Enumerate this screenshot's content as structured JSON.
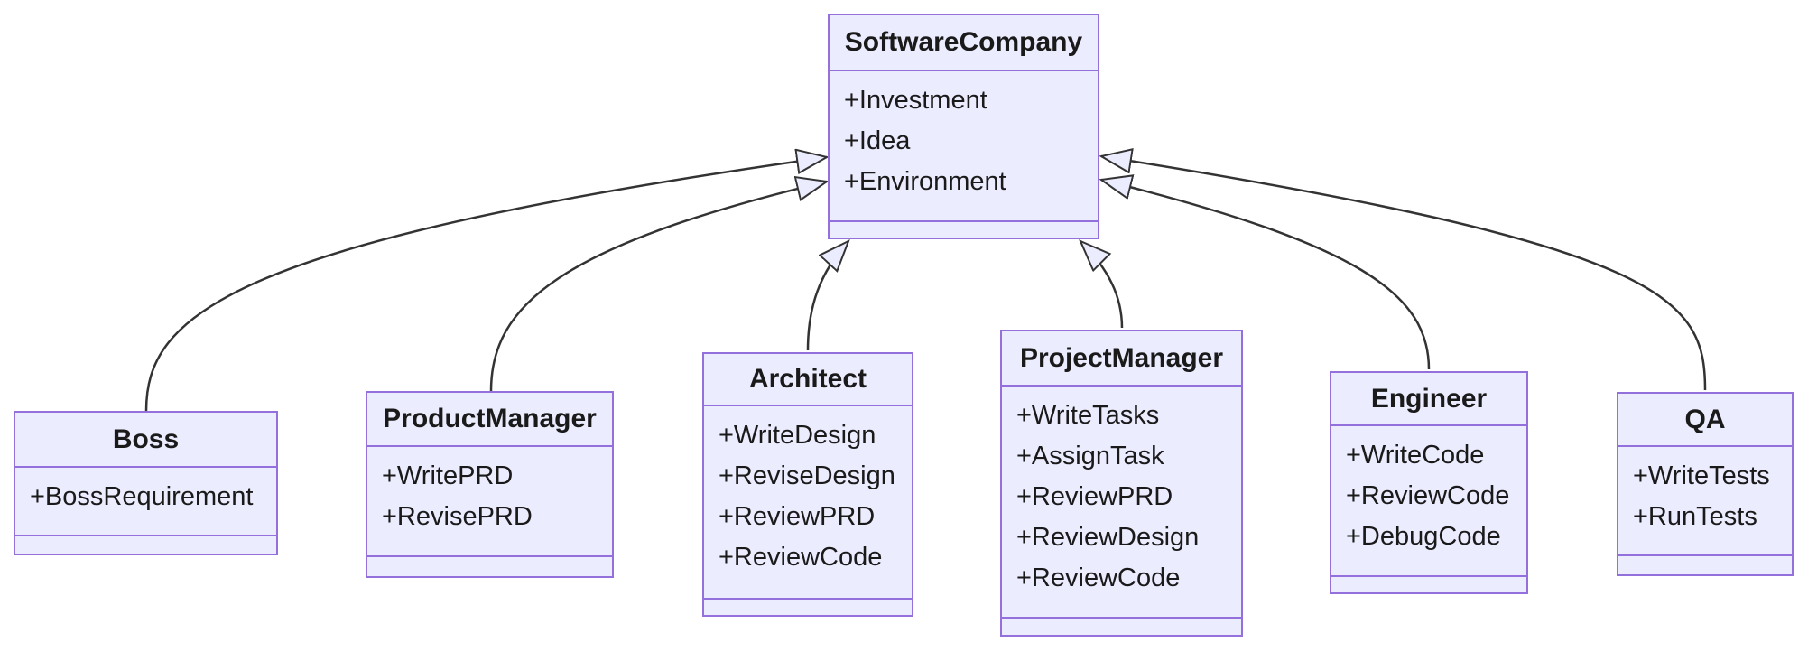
{
  "diagram": {
    "kind": "uml-class-diagram",
    "classes": [
      {
        "id": "SoftwareCompany",
        "name": "SoftwareCompany",
        "members": [
          "+Investment",
          "+Idea",
          "+Environment"
        ],
        "methods": []
      },
      {
        "id": "Boss",
        "name": "Boss",
        "members": [
          "+BossRequirement"
        ],
        "methods": []
      },
      {
        "id": "ProductManager",
        "name": "ProductManager",
        "members": [
          "+WritePRD",
          "+RevisePRD"
        ],
        "methods": []
      },
      {
        "id": "Architect",
        "name": "Architect",
        "members": [
          "+WriteDesign",
          "+ReviseDesign",
          "+ReviewPRD",
          "+ReviewCode"
        ],
        "methods": []
      },
      {
        "id": "ProjectManager",
        "name": "ProjectManager",
        "members": [
          "+WriteTasks",
          "+AssignTask",
          "+ReviewPRD",
          "+ReviewDesign",
          "+ReviewCode"
        ],
        "methods": []
      },
      {
        "id": "Engineer",
        "name": "Engineer",
        "members": [
          "+WriteCode",
          "+ReviewCode",
          "+DebugCode"
        ],
        "methods": []
      },
      {
        "id": "QA",
        "name": "QA",
        "members": [
          "+WriteTests",
          "+RunTests"
        ],
        "methods": []
      }
    ],
    "relations": [
      {
        "from": "Boss",
        "to": "SoftwareCompany",
        "type": "inheritance"
      },
      {
        "from": "ProductManager",
        "to": "SoftwareCompany",
        "type": "inheritance"
      },
      {
        "from": "Architect",
        "to": "SoftwareCompany",
        "type": "inheritance"
      },
      {
        "from": "ProjectManager",
        "to": "SoftwareCompany",
        "type": "inheritance"
      },
      {
        "from": "Engineer",
        "to": "SoftwareCompany",
        "type": "inheritance"
      },
      {
        "from": "QA",
        "to": "SoftwareCompany",
        "type": "inheritance"
      }
    ],
    "colors": {
      "class_fill": "#ECECFF",
      "class_border": "#9370DB",
      "edge_line": "#333333",
      "text": "#1a1a1a",
      "background": "#ffffff"
    }
  }
}
